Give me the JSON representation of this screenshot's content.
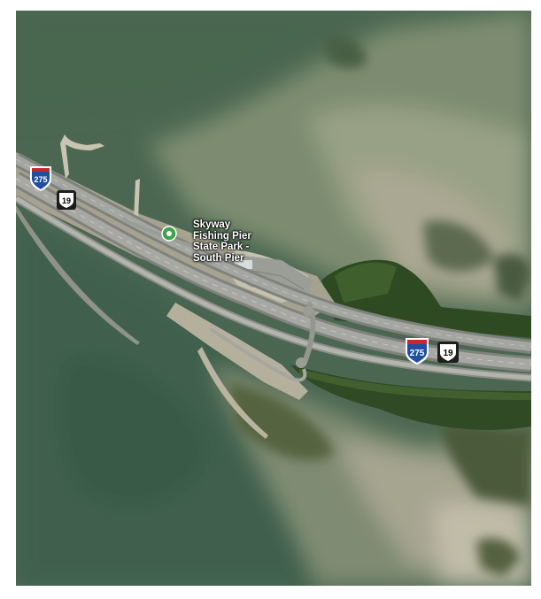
{
  "map": {
    "view": "satellite",
    "poi": {
      "name": "Skyway\nFishing Pier\nState Park -\nSouth Pier",
      "icon": "park-pin-icon",
      "pin_color": "#3fa34d"
    },
    "road_shields": [
      {
        "type": "interstate",
        "number": "275",
        "icon": "interstate-shield-icon"
      },
      {
        "type": "us-highway",
        "number": "19",
        "icon": "us-highway-shield-icon"
      },
      {
        "type": "interstate",
        "number": "275",
        "icon": "interstate-shield-icon"
      },
      {
        "type": "us-highway",
        "number": "19",
        "icon": "us-highway-shield-icon"
      }
    ],
    "colors": {
      "deep_water": "#3f5a45",
      "shallow_water": "#7f8f72",
      "sand": "#b3b09c",
      "vegetation": "#3e5a2a",
      "road": "#8c8f8a",
      "interstate_blue": "#1f4fa3",
      "interstate_red": "#c8252d"
    }
  }
}
